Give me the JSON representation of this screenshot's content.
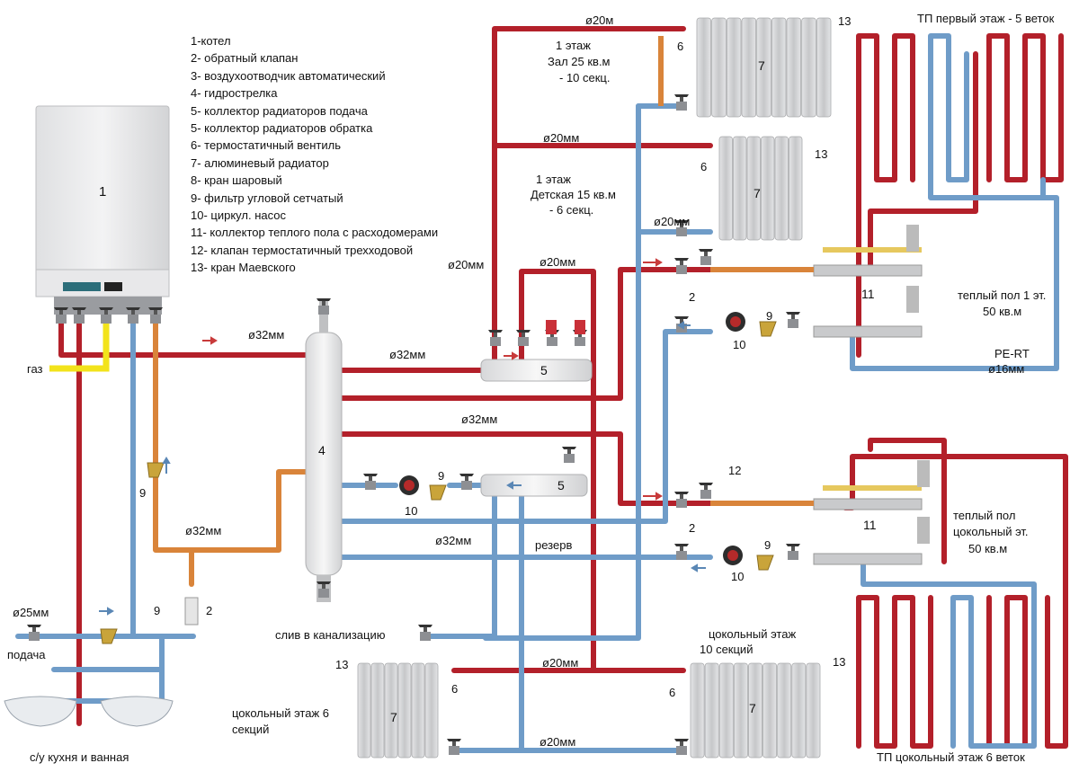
{
  "legend": [
    "1-котел",
    "2- обратный клапан",
    "3- воздухоотводчик автоматический",
    "4- гидрострелка",
    "5- коллектор радиаторов подача",
    "5- коллектор радиаторов обратка",
    "6- термостатичный вентиль",
    "7- алюминевый радиатор",
    "8- кран шаровый",
    "9- фильтр угловой сетчатый",
    "10- циркул. насос",
    "11- коллектор теплого пола с расходомерами",
    "12- клапан термостатичный трехходовой",
    "13- кран Маевского"
  ],
  "room_labels": {
    "zal_1": "1 этаж",
    "zal_2": "Зал 25 кв.м",
    "zal_3": "- 10 секц.",
    "det_1": "1 этаж",
    "det_2": "Детская 15 кв.м",
    "det_3": "- 6 секц.",
    "tso_1": "цокольный этаж",
    "tso_2": "10 секций",
    "tsl_1": "цокольный этаж 6",
    "tsl_2": "секций"
  },
  "floor_labels": {
    "tp1_title": "ТП первый этаж - 5 веток",
    "tp1_a": "теплый пол 1 эт.",
    "tp1_b": "50 кв.м",
    "pert": "PE-RT",
    "pert_d": "ø16мм",
    "tp0_a": "теплый пол",
    "tp0_b": "цокольный эт.",
    "tp0_c": "50 кв.м",
    "tp0_title": "ТП цокольный этаж 6 веток"
  },
  "pipe_labels": {
    "d20_top": "ø20м",
    "d20_mid": "ø20мм",
    "d20_det": "ø20мм",
    "d20_riser": "ø20мм",
    "d20_coll": "ø20мм",
    "d32_main": "ø32мм",
    "d32_coll": "ø32мм",
    "d32_line3": "ø32мм",
    "d32_ret": "ø32мм",
    "d32_low": "ø32мм",
    "d25": "ø25мм",
    "d20_base": "ø20мм",
    "d20_bottom": "ø20мм"
  },
  "misc_labels": {
    "gas": "газ",
    "supply": "подача",
    "drain": "слив в канализацию",
    "reserve": "резерв",
    "kitchen": "с/у кухня и  ванная"
  },
  "component_numbers": {
    "boiler": "1",
    "hydro": "4",
    "coll_supply": "5",
    "coll_return": "5",
    "rad_zal": "7",
    "rad_det": "7",
    "rad_tsl": "7",
    "rad_tso": "7",
    "valve_zal": "6",
    "valve_det": "6",
    "valve_tsl": "6",
    "valve_tso": "6",
    "mayev_zal": "13",
    "mayev_det": "13",
    "mayev_tsl": "13",
    "mayev_tso": "13",
    "floor_coll_1": "11",
    "floor_coll_0": "11",
    "check_1": "2",
    "check_0": "2",
    "check_boiler": "2",
    "pump_1": "10",
    "pump_0": "10",
    "pump_rad": "10",
    "filter_1": "9",
    "filter_0": "9",
    "filter_rad": "9",
    "filter_boiler": "9",
    "filter_cold": "9",
    "three_way": "12"
  },
  "colors": {
    "supply_red": "#b3202a",
    "return_blue": "#6f9cc8",
    "boiler_orange": "#d9843a",
    "gas_yellow": "#f2e31b",
    "radiator_grey": "#c9cacc"
  },
  "icons": [
    "boiler-unit",
    "hydraulic-separator",
    "radiator",
    "circulation-pump",
    "angle-filter",
    "ball-valve",
    "underfloor-manifold",
    "sink",
    "arrow-icon"
  ]
}
